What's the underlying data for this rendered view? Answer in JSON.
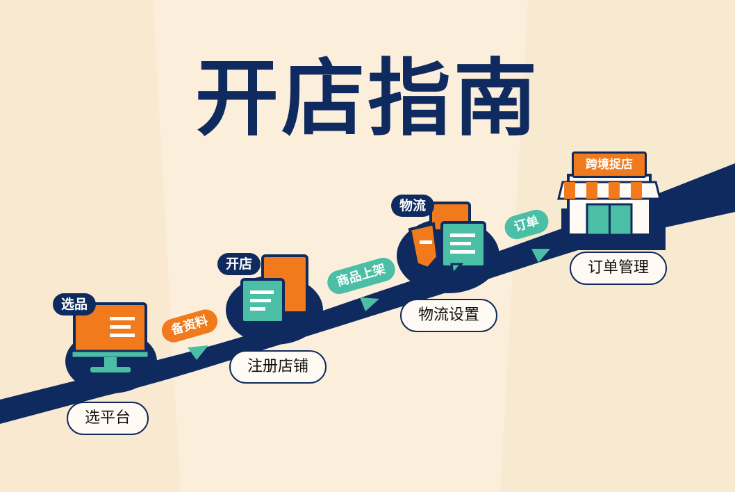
{
  "title": "开店指南",
  "steps": [
    {
      "top_label": "选品",
      "bottom_label": "选平台"
    },
    {
      "top_label": "开店",
      "bottom_label": "注册店铺"
    },
    {
      "top_label": "物流",
      "bottom_label": "物流设置"
    },
    {
      "sign_label": "跨境捉店",
      "bottom_label": "订单管理"
    }
  ],
  "connectors": [
    "备资料",
    "商品上架",
    "订单"
  ],
  "colors": {
    "navy": "#0f2a5e",
    "orange": "#f07a1c",
    "teal": "#4bbfa5",
    "background": "#fbefdc"
  },
  "icons": [
    "monitor-icon",
    "document-icon",
    "chat-icon",
    "storefront-icon"
  ]
}
